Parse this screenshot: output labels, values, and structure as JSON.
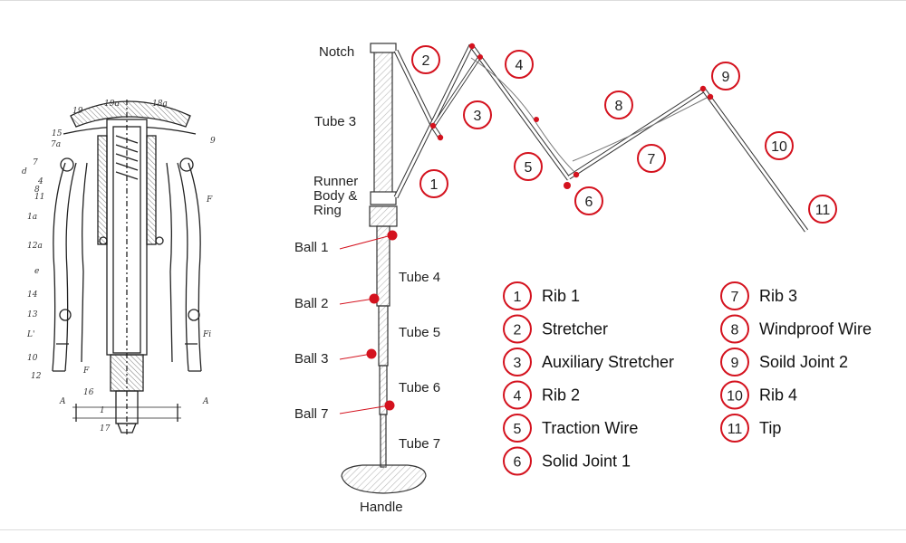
{
  "colors": {
    "accent": "#d4121e",
    "line": "#333333",
    "hatch": "#bdbdbd"
  },
  "parts": {
    "notch": "Notch",
    "tube3": "Tube 3",
    "runner": [
      "Runner",
      "Body &",
      "Ring"
    ],
    "ball1": "Ball 1",
    "ball2": "Ball 2",
    "ball3": "Ball 3",
    "ball7": "Ball 7",
    "tube4": "Tube 4",
    "tube5": "Tube 5",
    "tube6": "Tube 6",
    "tube7": "Tube 7",
    "handle": "Handle"
  },
  "callouts": [
    "1",
    "2",
    "3",
    "4",
    "5",
    "6",
    "7",
    "8",
    "9",
    "10",
    "11"
  ],
  "legend": [
    {
      "num": "1",
      "label": "Rib 1"
    },
    {
      "num": "2",
      "label": "Stretcher"
    },
    {
      "num": "3",
      "label": "Auxiliary Stretcher"
    },
    {
      "num": "4",
      "label": "Rib 2"
    },
    {
      "num": "5",
      "label": "Traction Wire"
    },
    {
      "num": "6",
      "label": "Solid Joint 1"
    },
    {
      "num": "7",
      "label": "Rib 3"
    },
    {
      "num": "8",
      "label": "Windproof Wire"
    },
    {
      "num": "9",
      "label": "Soild Joint 2"
    },
    {
      "num": "10",
      "label": "Rib 4"
    },
    {
      "num": "11",
      "label": "Tip"
    }
  ],
  "patent_labels": [
    "19",
    "19a",
    "18a",
    "15",
    "7a",
    "9",
    "d",
    "7",
    "8",
    "F",
    "4",
    "11",
    "1a",
    "12a",
    "e",
    "14",
    "13",
    "L'",
    "10",
    "12",
    "F",
    "16",
    "A",
    "A",
    "1",
    "17",
    "Fi"
  ]
}
